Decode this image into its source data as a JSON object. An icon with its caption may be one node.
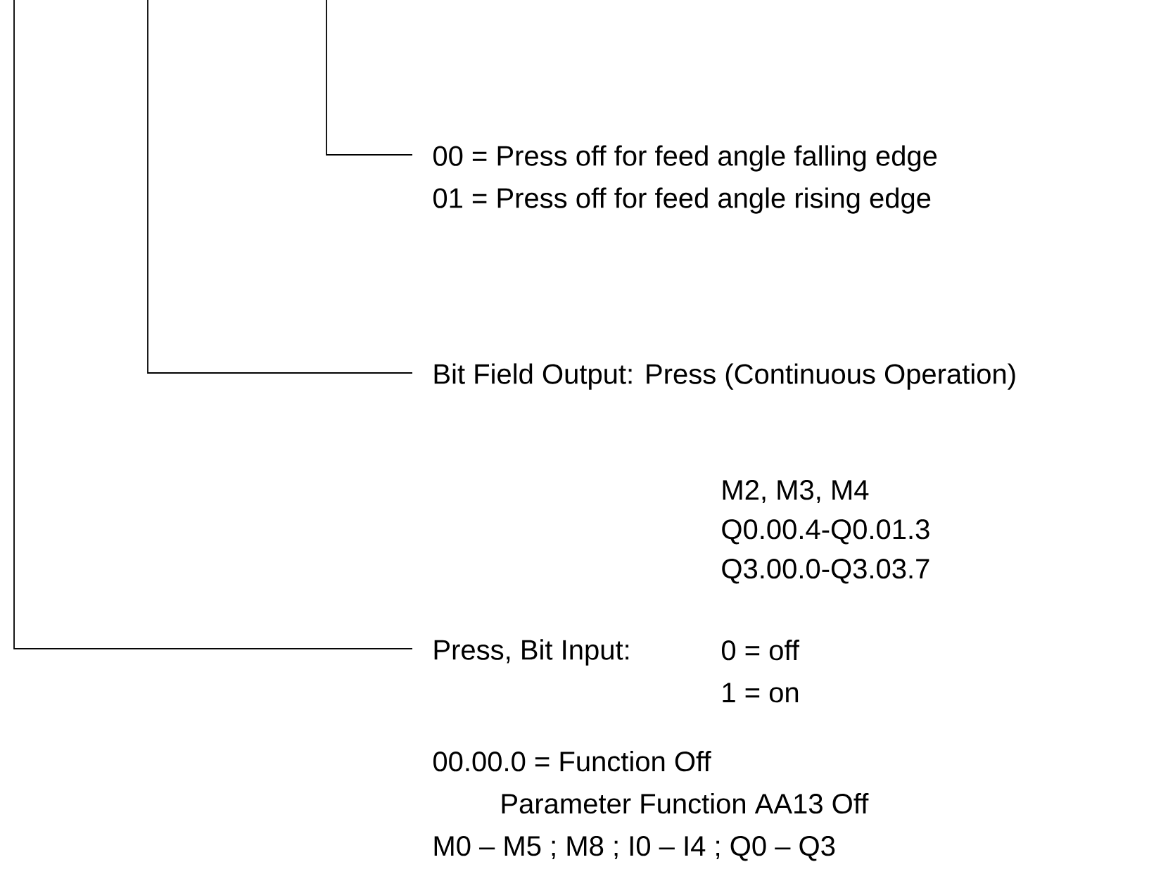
{
  "diagram": {
    "nodes": [
      {
        "text": [
          "00 = Press off for feed angle falling edge",
          "01 = Press off for feed angle rising edge"
        ]
      },
      {
        "text": [
          "Bit Field Output: Press (Continuous Operation)"
        ]
      },
      {
        "text": [
          "Press, Bit Input:"
        ]
      }
    ],
    "edges": [
      {
        "from": null,
        "to": 0,
        "arrow": "none"
      },
      {
        "from": null,
        "to": 1,
        "arrow": "none"
      },
      {
        "from": null,
        "to": 2,
        "arrow": "none"
      }
    ],
    "labels": [
      "M2, M3, M4",
      "Q0.00.4-Q0.01.3",
      "Q3.00.0-Q3.03.7",
      "0 =  off",
      "1 =  on",
      "00.00.0 = Function Off",
      "Parameter Function AA13 Off",
      "M0 – M5 ; M8 ; I0 – I4 ; Q0 – Q3"
    ]
  }
}
